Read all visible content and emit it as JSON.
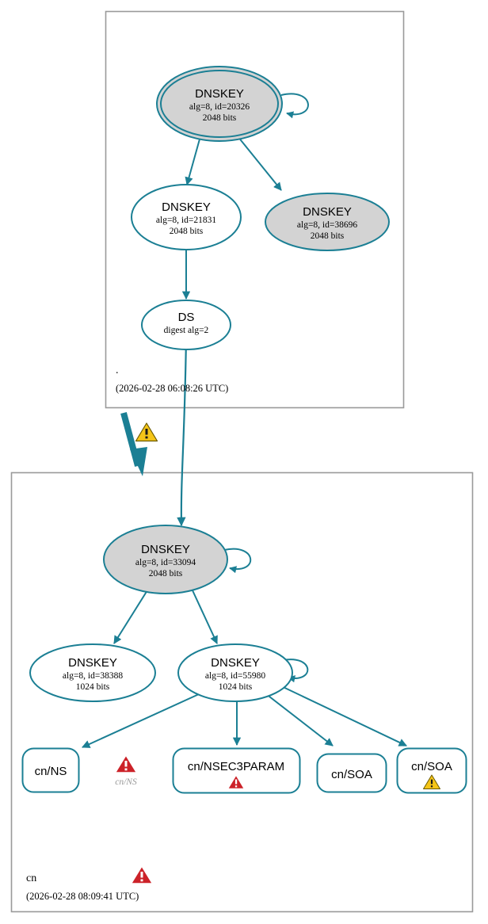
{
  "diagram": {
    "title": "DNSSEC authentication chain",
    "colors": {
      "edge": "#1b7f94",
      "node_stroke": "#1b7f94",
      "node_fill_secure": "#d3d3d3",
      "node_fill_plain": "#ffffff",
      "zone_border": "#9a9a9a",
      "warning_yellow": "#f5c518",
      "error_red": "#cc2229",
      "error_caption": "#999999",
      "text": "#000000"
    }
  },
  "zones": [
    {
      "id": "root",
      "name": ".",
      "timestamp": "(2026-02-28 06:08:26 UTC)",
      "status_icon": "",
      "nodes": [
        {
          "id": "root-dnskey-20326",
          "type": "DNSKEY",
          "title": "DNSKEY",
          "line2": "alg=8, id=20326",
          "line3": "2048 bits",
          "shape": "doubleellipse",
          "fill": "secure",
          "self_signed": true
        },
        {
          "id": "root-dnskey-21831",
          "type": "DNSKEY",
          "title": "DNSKEY",
          "line2": "alg=8, id=21831",
          "line3": "2048 bits",
          "shape": "ellipse",
          "fill": "plain",
          "self_signed": false
        },
        {
          "id": "root-dnskey-38696",
          "type": "DNSKEY",
          "title": "DNSKEY",
          "line2": "alg=8, id=38696",
          "line3": "2048 bits",
          "shape": "ellipse",
          "fill": "secure",
          "self_signed": false
        },
        {
          "id": "root-ds",
          "type": "DS",
          "title": "DS",
          "line2": "digest alg=2",
          "line3": "",
          "shape": "ellipse",
          "fill": "plain",
          "self_signed": false
        }
      ]
    },
    {
      "id": "cn",
      "name": "cn",
      "timestamp": "(2026-02-28 08:09:41 UTC)",
      "status_icon": "error",
      "nodes": [
        {
          "id": "cn-dnskey-33094",
          "type": "DNSKEY",
          "title": "DNSKEY",
          "line2": "alg=8, id=33094",
          "line3": "2048 bits",
          "shape": "ellipse",
          "fill": "secure",
          "self_signed": true
        },
        {
          "id": "cn-dnskey-38388",
          "type": "DNSKEY",
          "title": "DNSKEY",
          "line2": "alg=8, id=38388",
          "line3": "1024 bits",
          "shape": "ellipse",
          "fill": "plain",
          "self_signed": false
        },
        {
          "id": "cn-dnskey-55980",
          "type": "DNSKEY",
          "title": "DNSKEY",
          "line2": "alg=8, id=55980",
          "line3": "1024 bits",
          "shape": "ellipse",
          "fill": "plain",
          "self_signed": true
        }
      ],
      "rrsets": [
        {
          "id": "cn-ns",
          "label": "cn/NS",
          "icon": ""
        },
        {
          "id": "cn-nsec3param",
          "label": "cn/NSEC3PARAM",
          "icon": "error"
        },
        {
          "id": "cn-soa-1",
          "label": "cn/SOA",
          "icon": ""
        },
        {
          "id": "cn-soa-2",
          "label": "cn/SOA",
          "icon": "warning"
        }
      ]
    }
  ],
  "standalone_errors": [
    {
      "id": "cn-ns-error",
      "caption": "cn/NS",
      "icon": "error"
    }
  ],
  "delegation": {
    "id": "root-to-cn-delegation",
    "icon": "warning",
    "style": "bold-arrow"
  }
}
